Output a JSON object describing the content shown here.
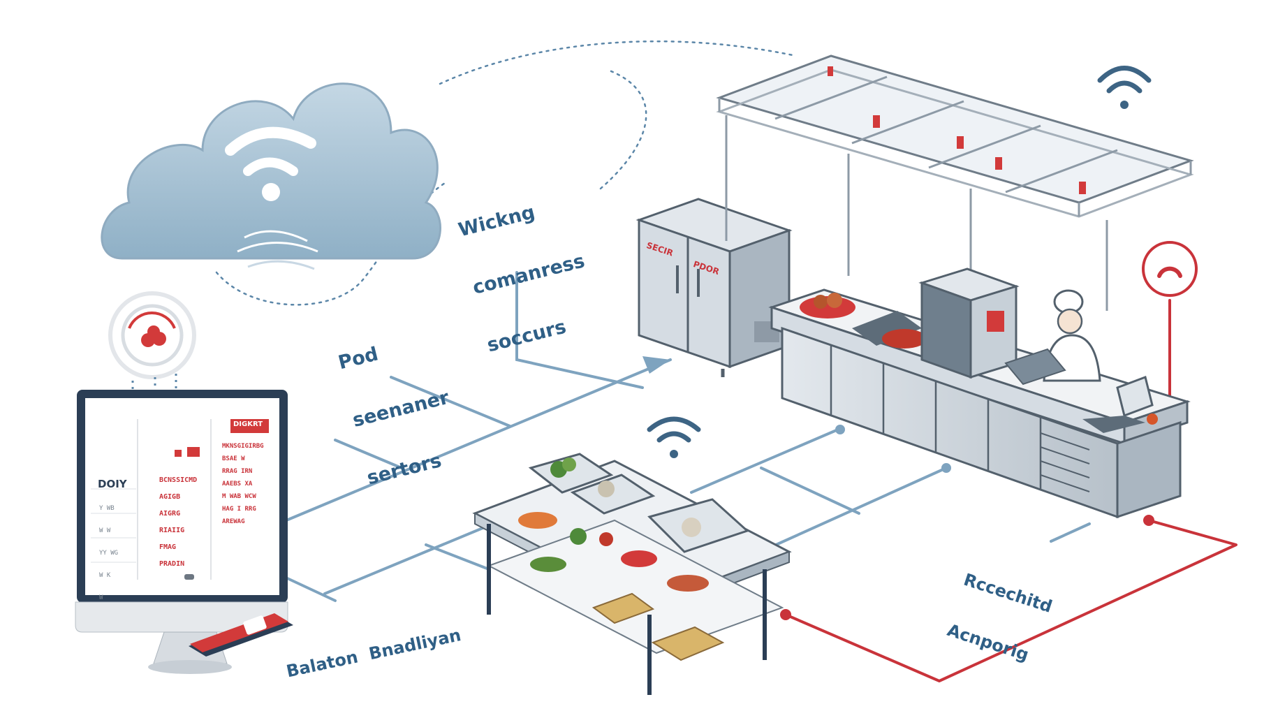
{
  "labels": {
    "cloud_label": [
      "Wickng",
      "comanress",
      "soccurs"
    ],
    "sensor_label": [
      "Pod",
      "seenaner",
      "sertors"
    ],
    "bottom_left_label": "Balaton  Bnadliyan",
    "right_label": [
      "Rccechitd",
      "Acnporig"
    ]
  },
  "fridge": {
    "left_door_text": "SECIR",
    "right_door_text": "PDOR"
  },
  "monitor": {
    "left_header": "DOIY",
    "badge_text": "DIGKRT",
    "left_rows": [
      "Y WB",
      "W W",
      "YY WG",
      "W K",
      "W"
    ],
    "middle_rows": [
      "BCNSSICMD",
      "AGIGB",
      "AIGRG",
      "RIAIIG",
      "FMAG",
      "PRADIN"
    ],
    "right_rows": [
      "MKNSGIGIRBG",
      "BSAE W",
      "RRAG IRN",
      "AAEBS XA",
      "M WAB WCW",
      "HAG I RRG",
      "AREWAG"
    ]
  },
  "colors": {
    "line_blue": "#7ea3bf",
    "line_red": "#c9333a",
    "accent_red": "#d23a3a",
    "cloud_fill": "#a9c4d6",
    "steel": "#c8d0d8",
    "steel_dark": "#53606c",
    "label_blue": "#2f5f86"
  },
  "icons": {
    "cloud": "cloud-wifi-icon",
    "wifi_right": "wifi-icon",
    "wifi_center": "wifi-icon",
    "alarm": "alarm-sensor-icon",
    "sensor": "sensor-target-icon"
  }
}
